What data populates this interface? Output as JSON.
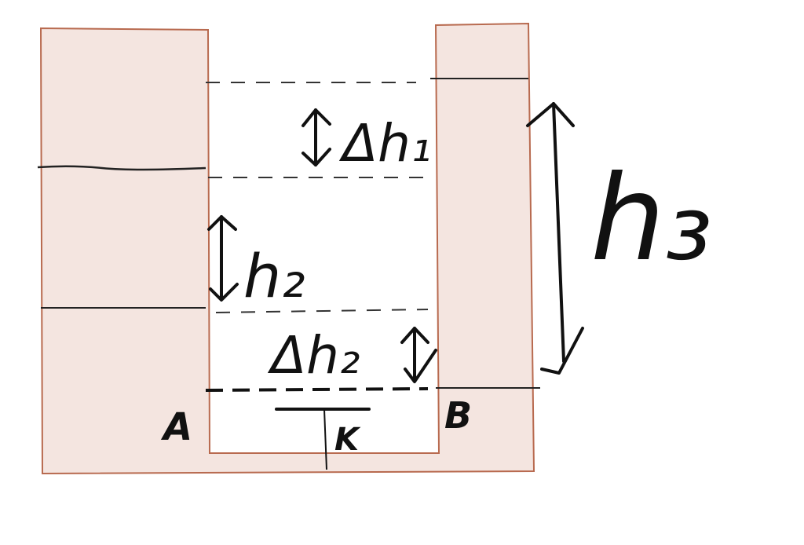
{
  "colors": {
    "wall_fill": "#f4e5e0",
    "wall_stroke": "#b86a4f",
    "ink": "#111111"
  },
  "labels": {
    "point_a": "A",
    "point_b": "B",
    "valve": "K",
    "delta_h1": "Δh₁",
    "h2": "h₂",
    "delta_h2": "Δh₂",
    "h3": "h₃"
  }
}
